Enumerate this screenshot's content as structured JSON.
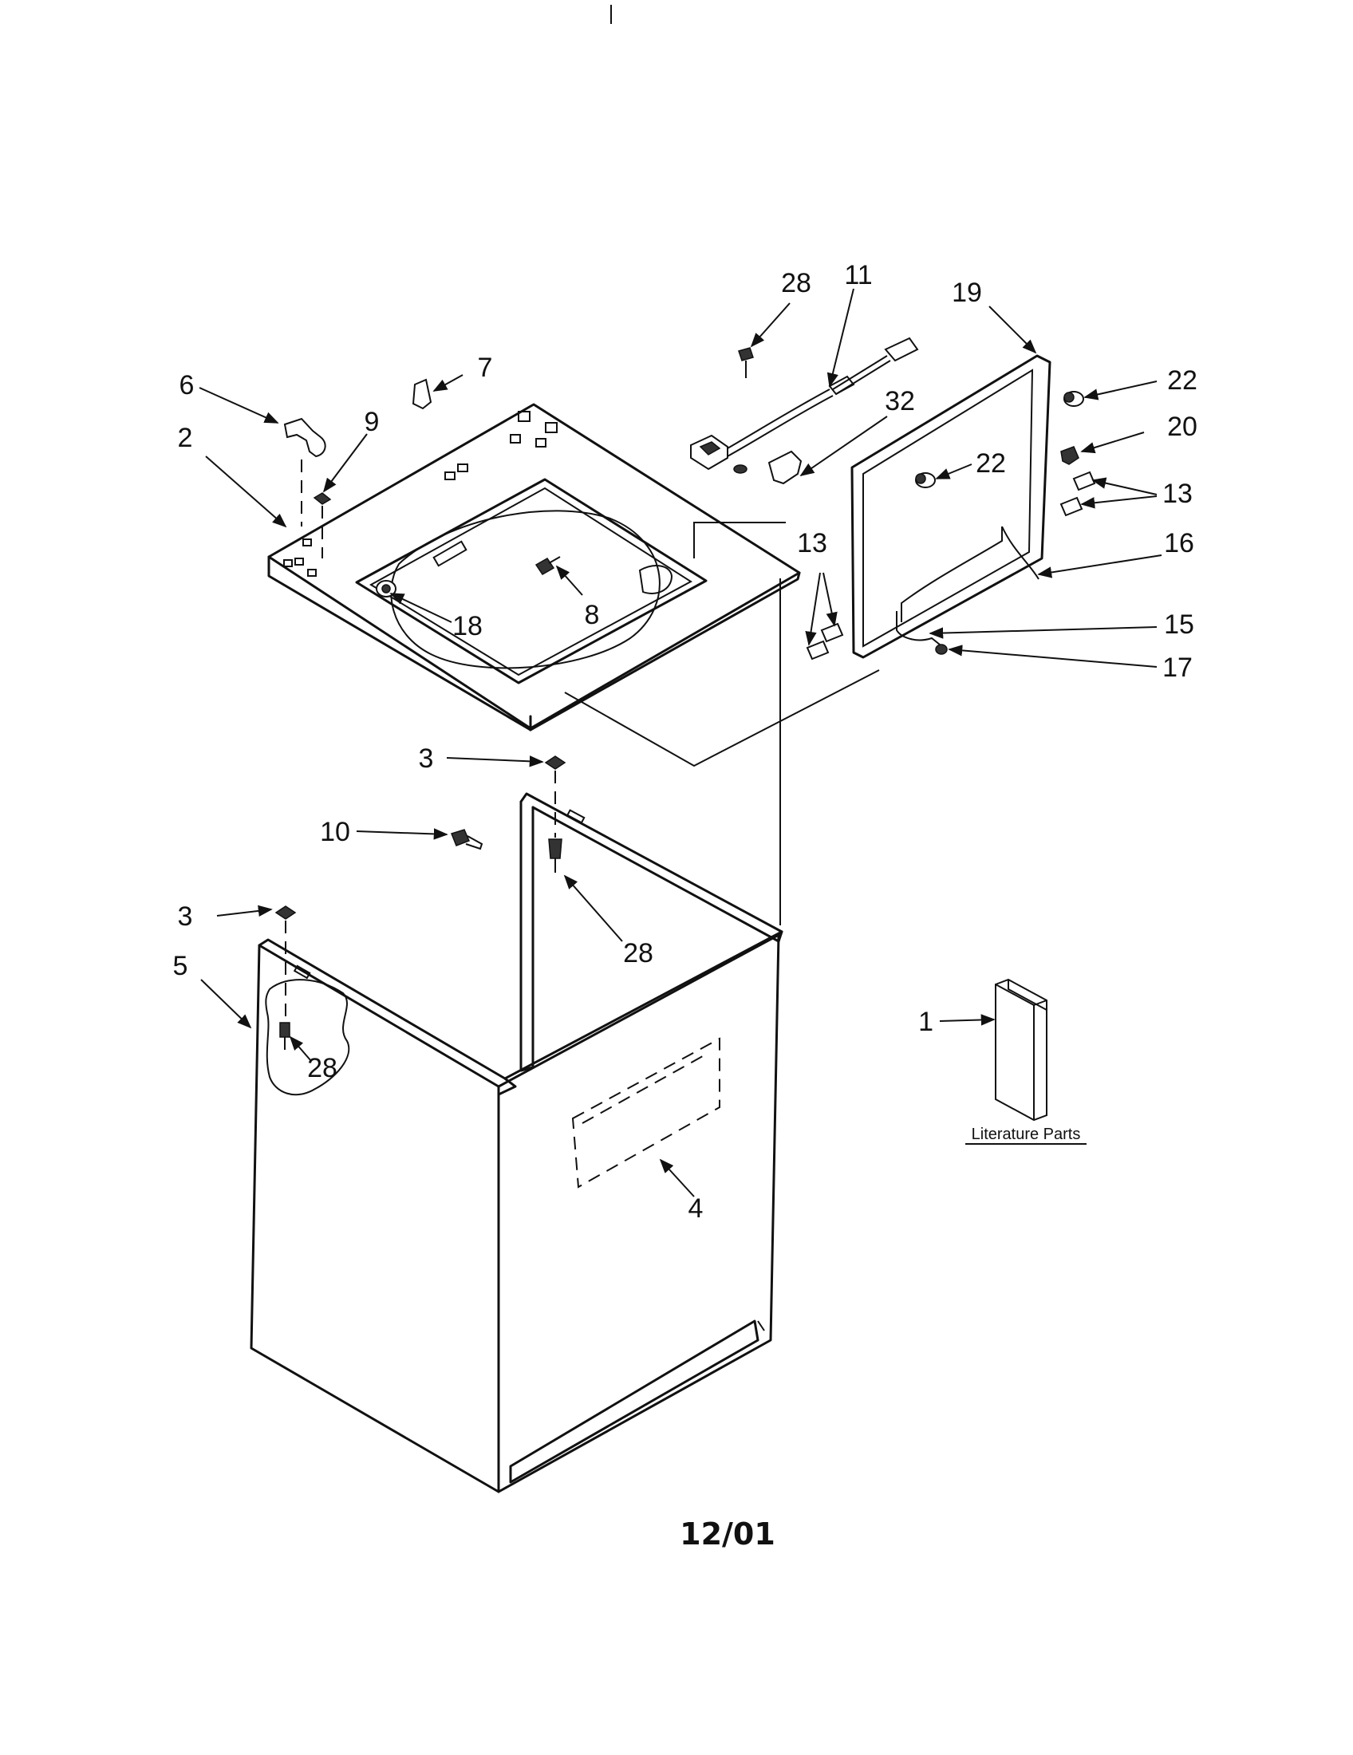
{
  "callouts": [
    {
      "id": "c1",
      "text": "1"
    },
    {
      "id": "c2",
      "text": "2"
    },
    {
      "id": "c3a",
      "text": "3"
    },
    {
      "id": "c3b",
      "text": "3"
    },
    {
      "id": "c4",
      "text": "4"
    },
    {
      "id": "c5",
      "text": "5"
    },
    {
      "id": "c6",
      "text": "6"
    },
    {
      "id": "c7",
      "text": "7"
    },
    {
      "id": "c8",
      "text": "8"
    },
    {
      "id": "c9",
      "text": "9"
    },
    {
      "id": "c10",
      "text": "10"
    },
    {
      "id": "c11",
      "text": "11"
    },
    {
      "id": "c13a",
      "text": "13"
    },
    {
      "id": "c13b",
      "text": "13"
    },
    {
      "id": "c15",
      "text": "15"
    },
    {
      "id": "c16",
      "text": "16"
    },
    {
      "id": "c17",
      "text": "17"
    },
    {
      "id": "c18",
      "text": "18"
    },
    {
      "id": "c19",
      "text": "19"
    },
    {
      "id": "c20",
      "text": "20"
    },
    {
      "id": "c22a",
      "text": "22"
    },
    {
      "id": "c22b",
      "text": "22"
    },
    {
      "id": "c28a",
      "text": "28"
    },
    {
      "id": "c28b",
      "text": "28"
    },
    {
      "id": "c28c",
      "text": "28"
    },
    {
      "id": "c32",
      "text": "32"
    }
  ],
  "literature_label": "Literature Parts",
  "revision_date": "12/01"
}
